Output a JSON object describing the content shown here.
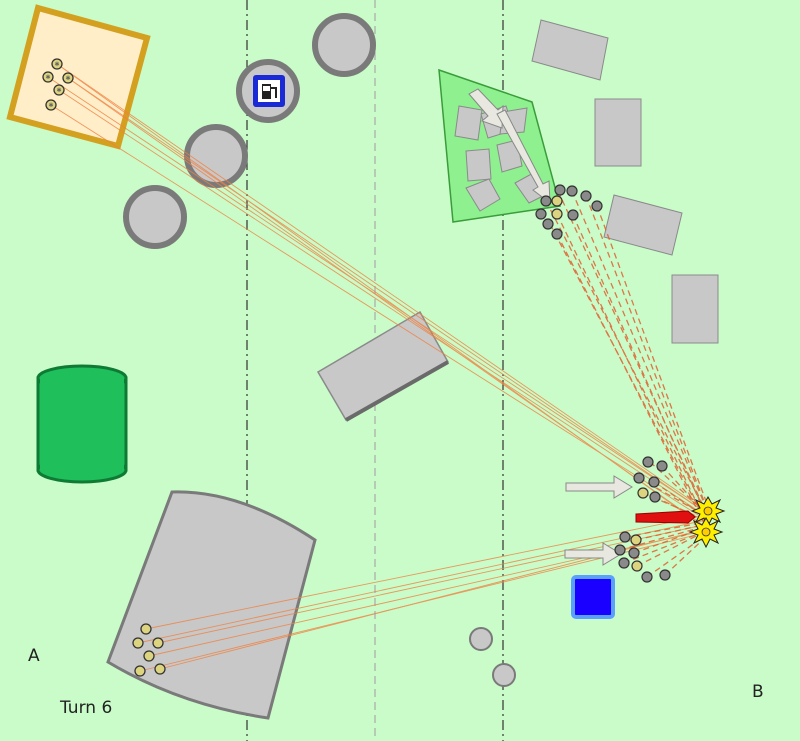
{
  "board": {
    "turn_label": "Turn 6",
    "side_a_label": "A",
    "side_b_label": "B"
  },
  "colors": {
    "field": "#c9fcc9",
    "building_fill": "#c8c8c8",
    "building_stroke": "#8a8a8a",
    "objective_fill": "#ffeec8",
    "objective_stroke": "#d4a020",
    "tank_fill": "#1fbf5b",
    "tank_stroke": "#0e7a33",
    "woods_fill": "#8ef08e",
    "woods_stroke": "#3b9c3b",
    "fire_line": "#f08040",
    "fuel_blue": "#1a2bd6",
    "vehicle_red": "#e01010"
  },
  "icons": {
    "fuel_pump": "fuel-pump-icon",
    "explosion": "explosion-icon"
  }
}
